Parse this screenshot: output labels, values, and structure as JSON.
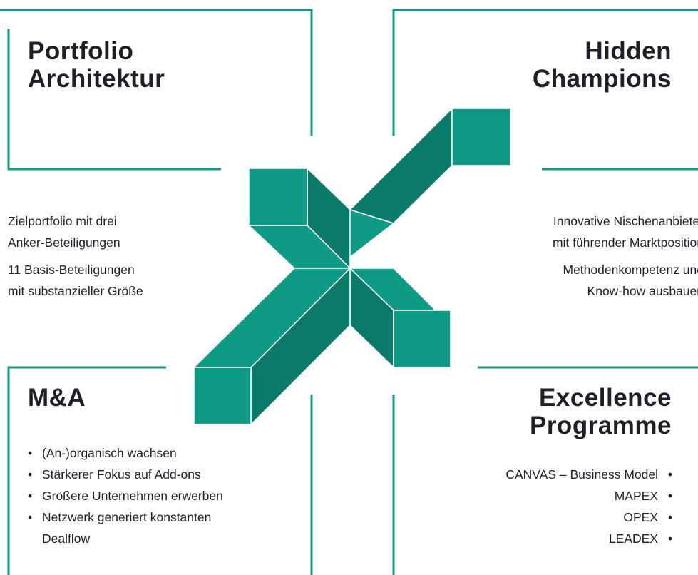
{
  "colors": {
    "accent": "#0f9a85",
    "accent_dark": "#0b7a69",
    "text": "#1e1e28"
  },
  "quadrants": {
    "top_left": {
      "title": "Portfolio\nArchitektur",
      "paragraphs": [
        "Zielportfolio mit drei\nAnker-Beteiligungen",
        "11 Basis-Beteiligungen\nmit substanzieller Größe"
      ]
    },
    "top_right": {
      "title": "Hidden\nChampions",
      "paragraphs": [
        "Innovative Nischenanbieter\nmit führender Marktposition",
        "Methodenkompetenz und\nKnow-how ausbauen"
      ]
    },
    "bottom_left": {
      "title": "M&A",
      "bullets": [
        "(An-)organisch wachsen",
        "Stärkerer Fokus auf Add-ons",
        "Größere Unternehmen erwerben",
        "Netzwerk generiert konstanten\nDealflow"
      ]
    },
    "bottom_right": {
      "title": "Excellence\nProgramme",
      "bullets": [
        "CANVAS – Business Model",
        "MAPEX",
        "OPEX",
        "LEADEX"
      ]
    }
  },
  "center_icon": "x-cross-logo-icon"
}
